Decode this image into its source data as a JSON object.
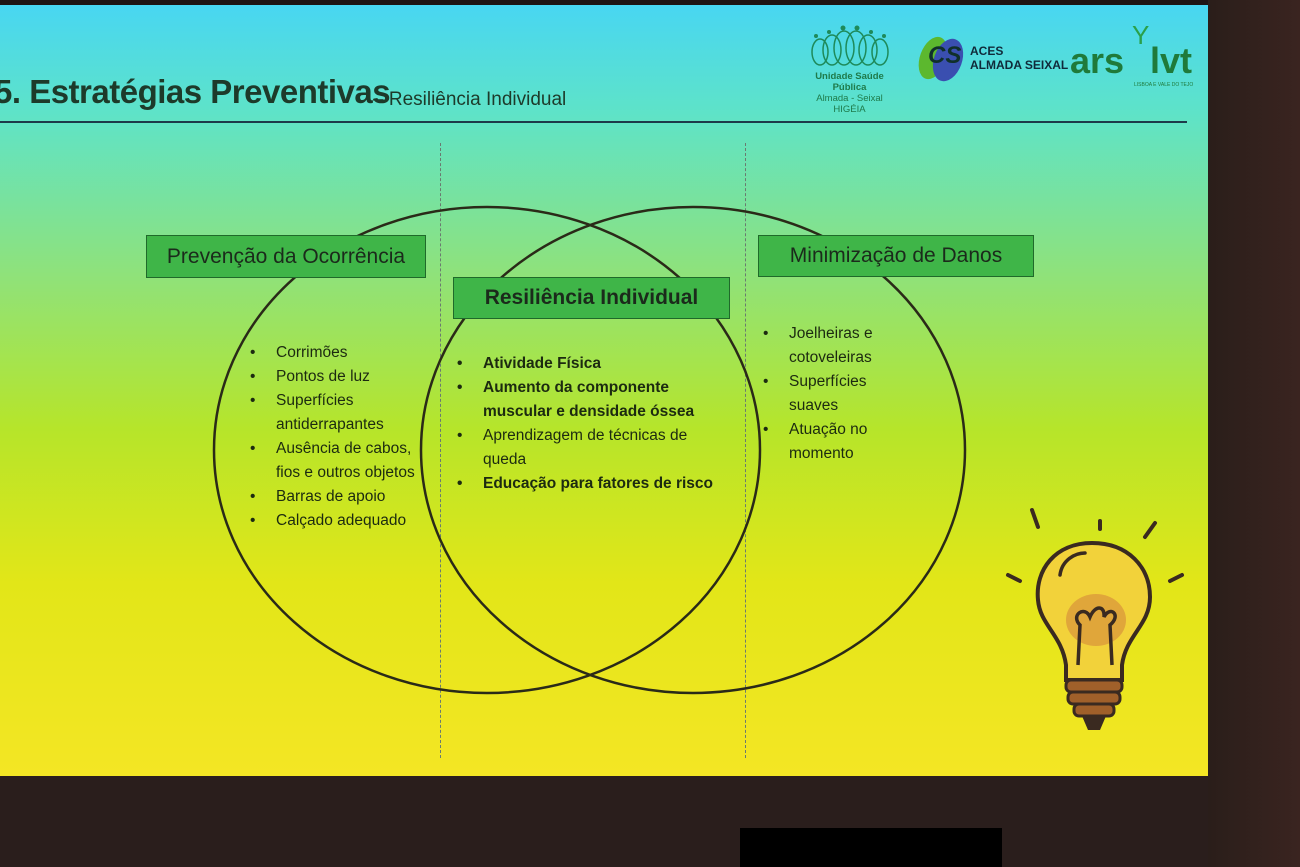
{
  "header": {
    "title": "5. Estratégias Preventivas",
    "subtitle": "– Resiliência Individual"
  },
  "logos": {
    "usp": {
      "line1": "Unidade Saúde Pública",
      "line2": "Almada - Seixal",
      "line3": "HIGÉIA"
    },
    "aces": {
      "mark": "CS",
      "line1": "ACES",
      "line2": "ALMADA SEIXAL"
    },
    "ars": {
      "name": "ars",
      "suffix": "lvt",
      "tagline": "LISBOA E VALE DO TEJO"
    }
  },
  "venn": {
    "left": {
      "title": "Prevenção da Ocorrência",
      "items": [
        "Corrimões",
        "Pontos de luz",
        "Superfícies antiderrapantes",
        "Ausência de cabos, fios e outros objetos",
        "Barras de apoio",
        "Calçado adequado"
      ]
    },
    "center": {
      "title": "Resiliência Individual",
      "items": [
        {
          "text": "Atividade Física",
          "bold": true
        },
        {
          "text": "Aumento da componente muscular e densidade óssea",
          "bold": true
        },
        {
          "text": "Aprendizagem de técnicas de queda",
          "bold": false
        },
        {
          "text": "Educação para fatores de risco",
          "bold": true
        }
      ]
    },
    "right": {
      "title": "Minimização de Danos",
      "items": [
        "Joelheiras e cotoveleiras",
        "Superfícies suaves",
        "Atuação no momento"
      ]
    }
  }
}
